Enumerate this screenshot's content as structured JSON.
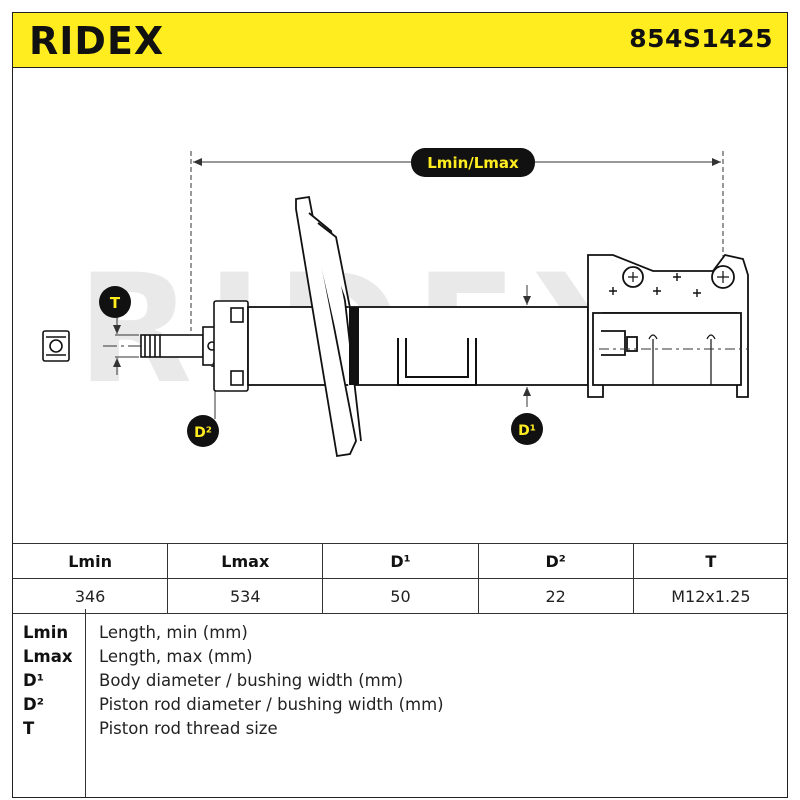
{
  "brand": {
    "name": "RIDEX"
  },
  "part_number": "854S1425",
  "diagram": {
    "length_label": "Lmin/Lmax",
    "callouts": {
      "t": "T",
      "d2": "D²",
      "d1": "D¹"
    },
    "accent_color": "#ffed1f"
  },
  "specs": {
    "headers": [
      "Lmin",
      "Lmax",
      "D¹",
      "D²",
      "T"
    ],
    "values": [
      "346",
      "534",
      "50",
      "22",
      "M12x1.25"
    ]
  },
  "legend": [
    {
      "key": "Lmin",
      "desc": "Length, min (mm)"
    },
    {
      "key": "Lmax",
      "desc": "Length, max (mm)"
    },
    {
      "key": "D¹",
      "desc": "Body diameter / bushing width (mm)"
    },
    {
      "key": "D²",
      "desc": "Piston rod diameter / bushing width (mm)"
    },
    {
      "key": "T",
      "desc": "Piston rod thread size"
    }
  ]
}
